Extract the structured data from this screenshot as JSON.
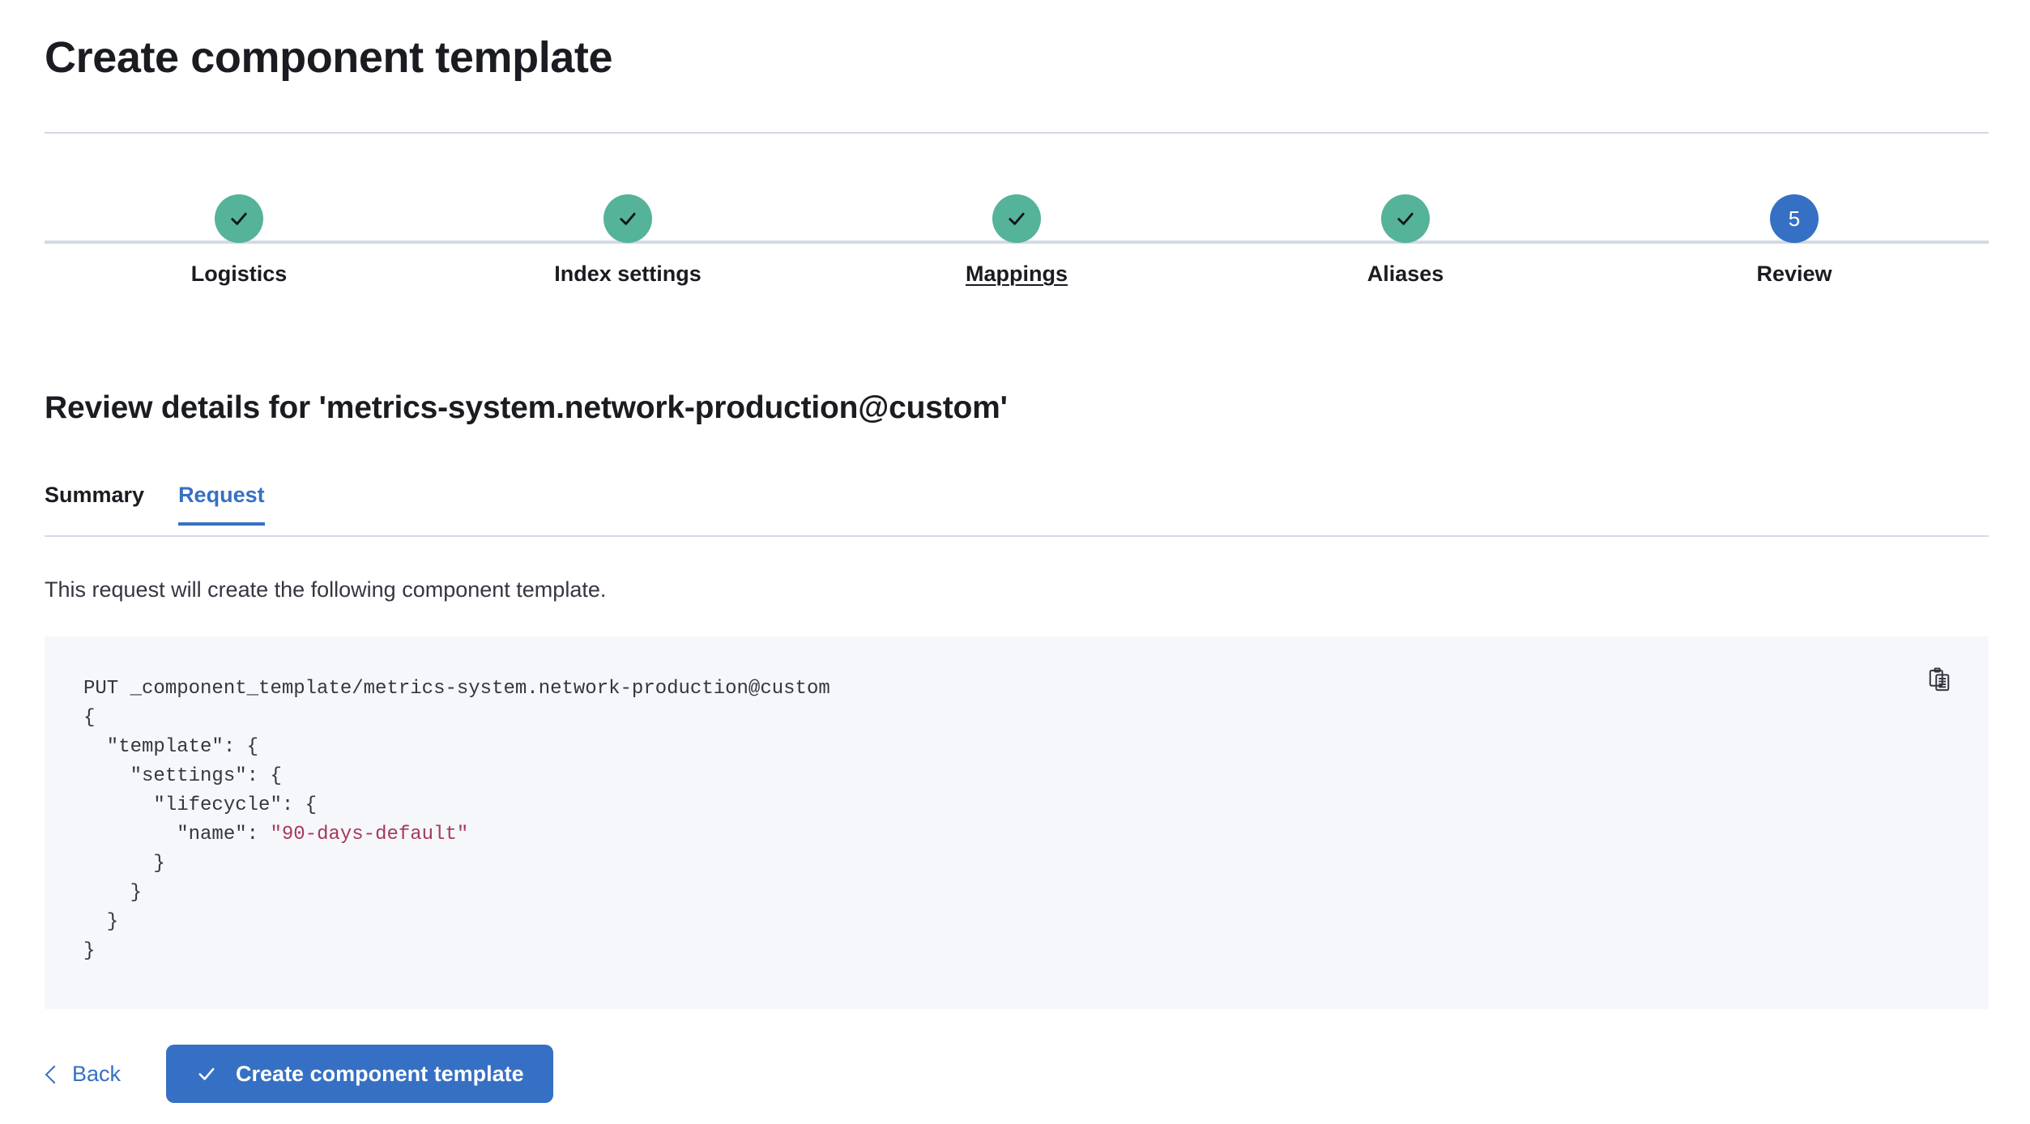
{
  "header": {
    "title": "Create component template"
  },
  "stepper": {
    "steps": [
      {
        "label": "Logistics",
        "state": "complete",
        "icon": "check-icon",
        "hovered": false
      },
      {
        "label": "Index settings",
        "state": "complete",
        "icon": "check-icon",
        "hovered": false
      },
      {
        "label": "Mappings",
        "state": "complete",
        "icon": "check-icon",
        "hovered": true
      },
      {
        "label": "Aliases",
        "state": "complete",
        "icon": "check-icon",
        "hovered": false
      },
      {
        "label": "Review",
        "state": "current",
        "number": "5",
        "hovered": false
      }
    ]
  },
  "review": {
    "section_title": "Review details for 'metrics-system.network-production@custom'",
    "tabs": [
      {
        "label": "Summary",
        "active": false
      },
      {
        "label": "Request",
        "active": true
      }
    ],
    "description": "This request will create the following component template.",
    "code": {
      "method_line": "PUT _component_template/metrics-system.network-production@custom",
      "body_lines": [
        "{",
        "  \"template\": {",
        "    \"settings\": {",
        "      \"lifecycle\": {",
        "        \"name\": \"90-days-default\"",
        "      }",
        "    }",
        "  }",
        "}"
      ],
      "string_value": "\"90-days-default\"",
      "copy_icon": "clipboard-copy-icon"
    }
  },
  "footer": {
    "back_label": "Back",
    "back_icon": "chevron-left-icon",
    "submit_label": "Create component template",
    "submit_icon": "check-icon"
  },
  "colors": {
    "teal_complete": "#54b399",
    "blue_primary": "#3670c4",
    "divider": "#d3dae6",
    "code_bg": "#f5f7fa",
    "code_string": "#a8385e",
    "text": "#1a1c21"
  }
}
